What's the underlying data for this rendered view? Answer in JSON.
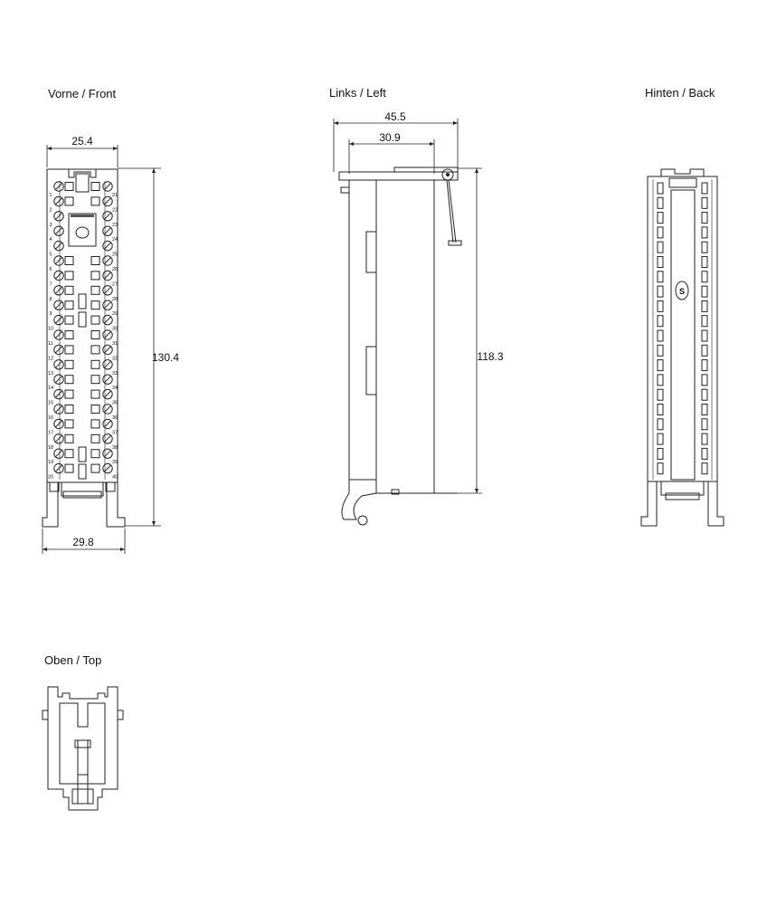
{
  "views": {
    "front": {
      "title": "Vorne / Front"
    },
    "left": {
      "title": "Links / Left"
    },
    "back": {
      "title": "Hinten / Back"
    },
    "top": {
      "title": "Oben / Top"
    }
  },
  "dimensions": {
    "front_top_width": "25.4",
    "front_bottom_width": "29.8",
    "front_height": "130.4",
    "left_overall_depth": "45.5",
    "left_inner_depth": "30.9",
    "left_height": "118.3"
  },
  "terminal_numbers": {
    "left": [
      "1",
      "2",
      "3",
      "4",
      "5",
      "6",
      "7",
      "8",
      "9",
      "10",
      "11",
      "12",
      "13",
      "14",
      "15",
      "16",
      "17",
      "18",
      "19",
      "20"
    ],
    "right": [
      "21",
      "22",
      "23",
      "24",
      "25",
      "26",
      "27",
      "28",
      "29",
      "30",
      "31",
      "32",
      "33",
      "34",
      "35",
      "36",
      "37",
      "38",
      "39",
      "40"
    ]
  },
  "colors": {
    "line": "#222222",
    "background": "#ffffff"
  }
}
